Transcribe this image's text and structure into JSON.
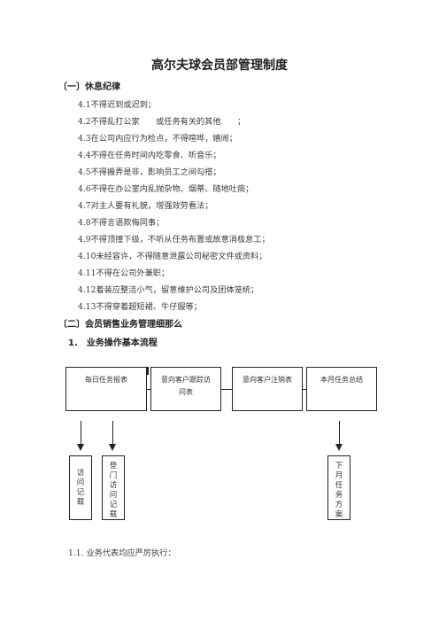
{
  "title": "高尔夫球会员部管理制度",
  "section1": {
    "heading": "〔一〕休息纪律",
    "items": [
      "4.1不得迟到或迟到；",
      "4.2不得乱打公家　　或任务有关的其他　　；",
      "4.3在公司内应行为检点，不得喧哗，嬉闹；",
      "4.4不得在任务时间内吃零食、听音乐；",
      "4.5不得搬弄是非，影响员工之间勾搭；",
      "4.6不得在办公室内乱抛杂物、烟蒂、随地吐痰；",
      "4.7对主人要有礼貌，增强效劳看法；",
      "4.8不得言语欺侮同事；",
      "4.9不得顶撞下级，不听从任务布置或故意消极怠工；",
      "4.10未经容许，不得随意泄露公司秘密文件或资料；",
      "4.11不得在公司外兼职；",
      "4.12着装应整洁小气，留意维护公司及团体笼统；",
      "4.13不得穿着超短裙、牛仔服等；"
    ]
  },
  "section2": {
    "heading": "〔二〕会员销售业务管理细那么",
    "sub_heading": "1.　业务操作基本流程",
    "flow_boxes": [
      "每日任务报表",
      "意向客户跟踪访问表",
      "意向客户注销表",
      "本月任务总结"
    ],
    "lower_boxes": [
      "访问记载",
      "登门访问记载",
      "下月任务方案"
    ],
    "footer": "1.1. 业务代表均应严厉执行："
  }
}
